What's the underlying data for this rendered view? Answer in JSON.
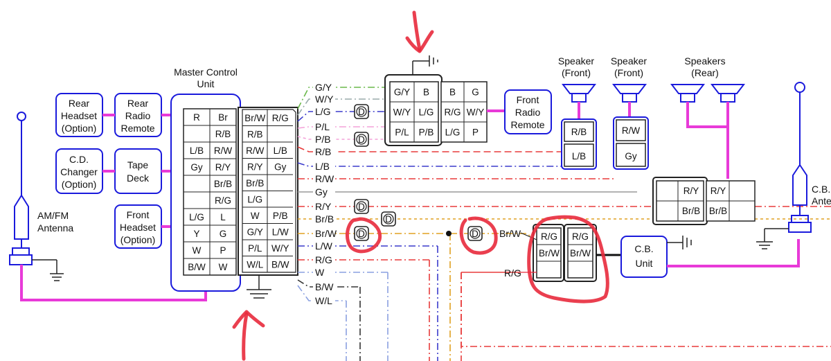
{
  "master": {
    "title1": "Master Control",
    "title2": "Unit"
  },
  "left_boxes": {
    "rear_headset": [
      "Rear",
      "Headset",
      "(Option)"
    ],
    "rear_radio": [
      "Rear",
      "Radio",
      "Remote"
    ],
    "cd_changer": [
      "C.D.",
      "Changer",
      "(Option)"
    ],
    "tape_deck": [
      "Tape",
      "Deck"
    ],
    "front_headset": [
      "Front",
      "Headset",
      "(Option)"
    ]
  },
  "amfm": [
    "AM/FM",
    "Antenna"
  ],
  "mcu_left": [
    [
      "R",
      "Br"
    ],
    [
      "",
      "R/B"
    ],
    [
      "L/B",
      "R/W"
    ],
    [
      "Gy",
      "R/Y"
    ],
    [
      "",
      "Br/B"
    ],
    [
      "",
      "R/G"
    ],
    [
      "L/G",
      "L"
    ],
    [
      "Y",
      "G"
    ],
    [
      "W",
      "P"
    ],
    [
      "B/W",
      "W"
    ]
  ],
  "mcu_right": [
    [
      "Br/W",
      "R/G"
    ],
    [
      "R/B",
      ""
    ],
    [
      "R/W",
      "L/B"
    ],
    [
      "R/Y",
      "Gy"
    ],
    [
      "Br/B",
      ""
    ],
    [
      "L/G",
      ""
    ],
    [
      "W",
      "P/B"
    ],
    [
      "G/Y",
      "L/W"
    ],
    [
      "P/L",
      "W/Y"
    ],
    [
      "W/L",
      "B/W"
    ]
  ],
  "wires": [
    "G/Y",
    "W/Y",
    "L/G",
    "P/L",
    "P/B",
    "R/B",
    "L/B",
    "R/W",
    "Gy",
    "R/Y",
    "Br/B",
    "Br/W",
    "L/W",
    "R/G",
    "W",
    "B/W",
    "W/L"
  ],
  "d_label": "D",
  "fr_conn_a": [
    [
      "G/Y",
      "B"
    ],
    [
      "W/Y",
      "L/G"
    ],
    [
      "P/L",
      "P/B"
    ]
  ],
  "fr_conn_b": [
    [
      "B",
      "G"
    ],
    [
      "R/G",
      "W/Y"
    ],
    [
      "L/G",
      "P"
    ]
  ],
  "front_radio": [
    "Front",
    "Radio",
    "Remote"
  ],
  "speaker_front_1": [
    "Speaker",
    "(Front)"
  ],
  "speaker_front_2": [
    "Speaker",
    "(Front)"
  ],
  "speakers_rear": [
    "Speakers",
    "(Rear)"
  ],
  "spk1_conn": [
    "R/B",
    "L/B"
  ],
  "spk2_conn": [
    "R/W",
    "Gy"
  ],
  "rear_conn_a": [
    "R/Y",
    "Br/B"
  ],
  "rear_conn_b": [
    "R/Y",
    "Br/B"
  ],
  "cb_conn_a": [
    "R/G",
    "Br/W"
  ],
  "cb_conn_b": [
    "R/G",
    "Br/W"
  ],
  "cb_wire_labels": [
    "Br/W",
    "R/G"
  ],
  "cb_unit": [
    "C.B.",
    "Unit"
  ],
  "cb_antenna": [
    "C.B.",
    "Ante"
  ]
}
